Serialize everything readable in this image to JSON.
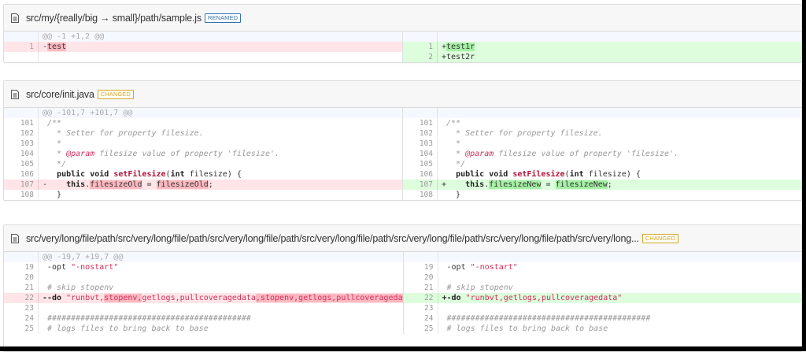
{
  "colors": {
    "del_bg": "#ffe5e7",
    "del_highlight": "#fdb8c0",
    "add_bg": "#ddfddd",
    "add_highlight": "#a6f0a6",
    "hunk_bg": "#f6f8ff",
    "renamed_badge": "#3572b0",
    "changed_badge": "#d4a82a"
  },
  "files": [
    {
      "path": "src/my/{really/big → small}/path/sample.js",
      "badge": "RENAMED",
      "hunk": "@@ -1 +1,2 @@",
      "left": [
        {
          "ln": "1",
          "type": "del",
          "segments": [
            {
              "t": "-",
              "c": ""
            },
            {
              "t": "test",
              "c": "hl-del"
            }
          ]
        },
        {
          "ln": "",
          "type": "empty",
          "segments": []
        }
      ],
      "right": [
        {
          "ln": "1",
          "type": "add",
          "segments": [
            {
              "t": "+",
              "c": ""
            },
            {
              "t": "test1r",
              "c": "hl-add"
            }
          ]
        },
        {
          "ln": "2",
          "type": "add",
          "segments": [
            {
              "t": "+test2r",
              "c": ""
            }
          ]
        }
      ]
    },
    {
      "path": "src/core/init.java",
      "badge": "CHANGED",
      "hunk": "@@ -101,7 +101,7 @@",
      "left": [
        {
          "ln": "101",
          "type": "ctx",
          "segments": [
            {
              "t": " /**",
              "c": "cm"
            }
          ]
        },
        {
          "ln": "102",
          "type": "ctx",
          "segments": [
            {
              "t": "   * Setter for property filesize.",
              "c": "cm"
            }
          ]
        },
        {
          "ln": "103",
          "type": "ctx",
          "segments": [
            {
              "t": "   *",
              "c": "cm"
            }
          ]
        },
        {
          "ln": "104",
          "type": "ctx",
          "segments": [
            {
              "t": "   * ",
              "c": "cm"
            },
            {
              "t": "@param",
              "c": "tag"
            },
            {
              "t": " filesize value of property 'filesize'.",
              "c": "cm"
            }
          ]
        },
        {
          "ln": "105",
          "type": "ctx",
          "segments": [
            {
              "t": "   */",
              "c": "cm"
            }
          ]
        },
        {
          "ln": "106",
          "type": "ctx",
          "segments": [
            {
              "t": "   ",
              "c": ""
            },
            {
              "t": "public void ",
              "c": "k"
            },
            {
              "t": "setFilesize",
              "c": "fn"
            },
            {
              "t": "(",
              "c": ""
            },
            {
              "t": "int",
              "c": "k"
            },
            {
              "t": " filesize) {",
              "c": ""
            }
          ]
        },
        {
          "ln": "107",
          "type": "del",
          "segments": [
            {
              "t": "-    ",
              "c": ""
            },
            {
              "t": "this",
              "c": "k"
            },
            {
              "t": ".",
              "c": ""
            },
            {
              "t": "filesizeOld",
              "c": "hl-del"
            },
            {
              "t": " = ",
              "c": ""
            },
            {
              "t": "filesizeOld",
              "c": "hl-del"
            },
            {
              "t": ";",
              "c": ""
            }
          ]
        },
        {
          "ln": "108",
          "type": "ctx",
          "segments": [
            {
              "t": "   }",
              "c": ""
            }
          ]
        }
      ],
      "right": [
        {
          "ln": "101",
          "type": "ctx",
          "segments": [
            {
              "t": " /**",
              "c": "cm"
            }
          ]
        },
        {
          "ln": "102",
          "type": "ctx",
          "segments": [
            {
              "t": "   * Setter for property filesize.",
              "c": "cm"
            }
          ]
        },
        {
          "ln": "103",
          "type": "ctx",
          "segments": [
            {
              "t": "   *",
              "c": "cm"
            }
          ]
        },
        {
          "ln": "104",
          "type": "ctx",
          "segments": [
            {
              "t": "   * ",
              "c": "cm"
            },
            {
              "t": "@param",
              "c": "tag"
            },
            {
              "t": " filesize value of property 'filesize'.",
              "c": "cm"
            }
          ]
        },
        {
          "ln": "105",
          "type": "ctx",
          "segments": [
            {
              "t": "   */",
              "c": "cm"
            }
          ]
        },
        {
          "ln": "106",
          "type": "ctx",
          "segments": [
            {
              "t": "   ",
              "c": ""
            },
            {
              "t": "public void ",
              "c": "k"
            },
            {
              "t": "setFilesize",
              "c": "fn"
            },
            {
              "t": "(",
              "c": ""
            },
            {
              "t": "int",
              "c": "k"
            },
            {
              "t": " filesize) {",
              "c": ""
            }
          ]
        },
        {
          "ln": "107",
          "type": "add",
          "segments": [
            {
              "t": "+    ",
              "c": ""
            },
            {
              "t": "this",
              "c": "k"
            },
            {
              "t": ".",
              "c": ""
            },
            {
              "t": "filesizeNew",
              "c": "hl-add"
            },
            {
              "t": " = ",
              "c": ""
            },
            {
              "t": "filesizeNew",
              "c": "hl-add"
            },
            {
              "t": ";",
              "c": ""
            }
          ]
        },
        {
          "ln": "108",
          "type": "ctx",
          "segments": [
            {
              "t": "   }",
              "c": ""
            }
          ]
        }
      ]
    },
    {
      "path": "src/very/long/file/path/src/very/long/file/path/src/very/long/file/path/src/very/long/file/path/src/very/long/file/path/src/very/long/file/path/src/very/long...",
      "badge": "CHANGED",
      "hunk": "@@ -19,7 +19,7 @@",
      "left": [
        {
          "ln": "19",
          "type": "ctx",
          "segments": [
            {
              "t": " -opt ",
              "c": ""
            },
            {
              "t": "\"-nostart\"",
              "c": "str"
            }
          ]
        },
        {
          "ln": "20",
          "type": "ctx",
          "segments": [
            {
              "t": "",
              "c": ""
            }
          ]
        },
        {
          "ln": "21",
          "type": "ctx",
          "segments": [
            {
              "t": " # skip stopenv",
              "c": "cm"
            }
          ]
        },
        {
          "ln": "22",
          "type": "del",
          "segments": [
            {
              "t": "--do ",
              "c": "k"
            },
            {
              "t": "\"runbvt,",
              "c": "str"
            },
            {
              "t": "stopenv,",
              "c": "str hl-del"
            },
            {
              "t": "getlogs,pullcoveragedata",
              "c": "str"
            },
            {
              "t": ",stopenv,getlogs,pullcoveragedata\"",
              "c": "str hl-del"
            }
          ]
        },
        {
          "ln": "23",
          "type": "ctx",
          "segments": [
            {
              "t": "",
              "c": ""
            }
          ]
        },
        {
          "ln": "24",
          "type": "ctx",
          "segments": [
            {
              "t": " ###########################################",
              "c": "cm"
            }
          ]
        },
        {
          "ln": "25",
          "type": "ctx",
          "segments": [
            {
              "t": " # logs files to bring back to base",
              "c": "cm"
            }
          ]
        }
      ],
      "right": [
        {
          "ln": "19",
          "type": "ctx",
          "segments": [
            {
              "t": " -opt ",
              "c": ""
            },
            {
              "t": "\"-nostart\"",
              "c": "str"
            }
          ]
        },
        {
          "ln": "20",
          "type": "ctx",
          "segments": [
            {
              "t": "",
              "c": ""
            }
          ]
        },
        {
          "ln": "21",
          "type": "ctx",
          "segments": [
            {
              "t": " # skip stopenv",
              "c": "cm"
            }
          ]
        },
        {
          "ln": "22",
          "type": "add",
          "segments": [
            {
              "t": "+-do ",
              "c": "k"
            },
            {
              "t": "\"runbvt,getlogs,pullcoveragedata\"",
              "c": "str"
            }
          ]
        },
        {
          "ln": "23",
          "type": "ctx",
          "segments": [
            {
              "t": "",
              "c": ""
            }
          ]
        },
        {
          "ln": "24",
          "type": "ctx",
          "segments": [
            {
              "t": " ###########################################",
              "c": "cm"
            }
          ]
        },
        {
          "ln": "25",
          "type": "ctx",
          "segments": [
            {
              "t": " # logs files to bring back to base",
              "c": "cm"
            }
          ]
        }
      ]
    }
  ]
}
